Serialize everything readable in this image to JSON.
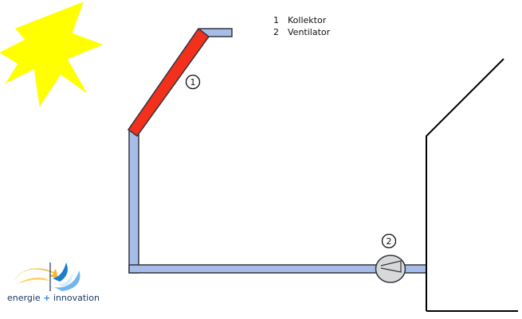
{
  "legend": {
    "items": [
      {
        "number": "1",
        "label": "Kollektor"
      },
      {
        "number": "2",
        "label": "Ventilator"
      }
    ]
  },
  "markers": {
    "collector": "1",
    "fan": "2"
  },
  "logo": {
    "text_left": "energie",
    "plus": "+",
    "text_right": "innovation"
  },
  "colors": {
    "duct_fill": "#a7bde8",
    "duct_stroke": "#30363f",
    "collector_fill": "#f2301b",
    "sun": "#ffff00",
    "fan_fill": "#d8d8d8",
    "building": "#000000"
  }
}
